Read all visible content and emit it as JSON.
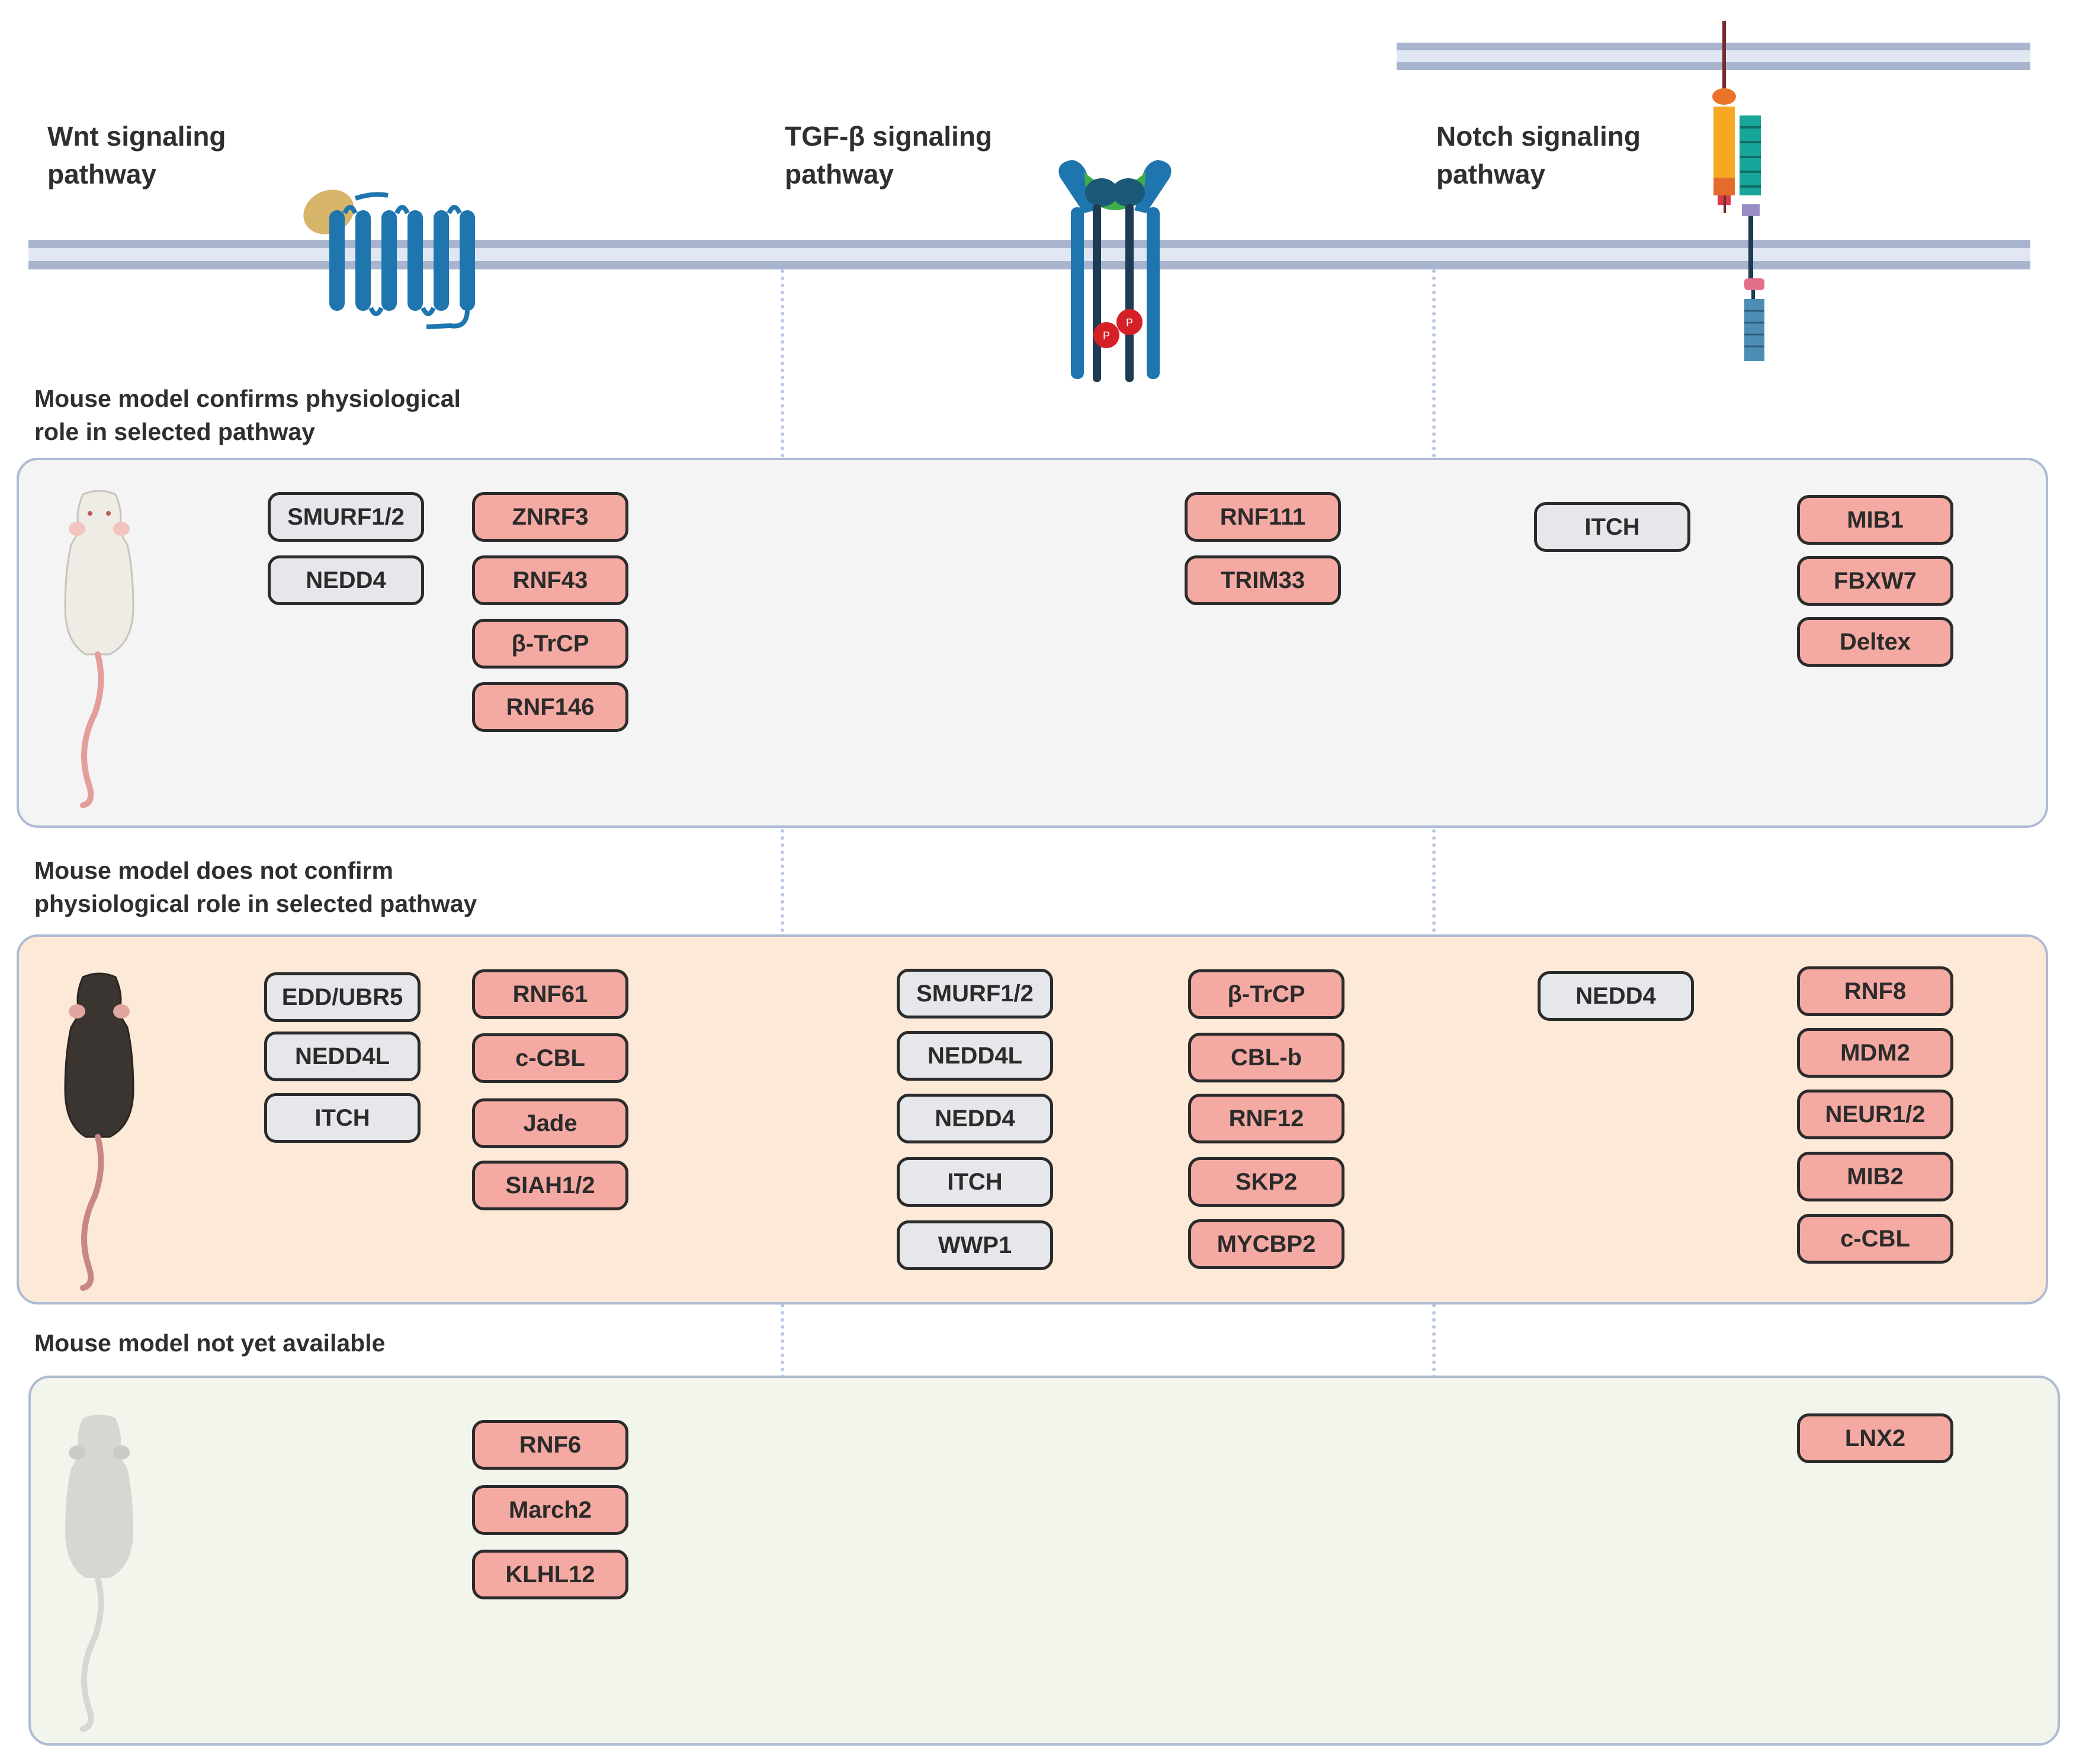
{
  "pathways": [
    {
      "id": "wnt",
      "title": [
        "Wnt signaling",
        "pathway"
      ]
    },
    {
      "id": "tgfb",
      "title": [
        "TGF-β signaling",
        "pathway"
      ]
    },
    {
      "id": "notch",
      "title": [
        "Notch signaling",
        "pathway"
      ]
    }
  ],
  "sections": [
    {
      "id": "confirmed",
      "label": [
        "Mouse model confirms physiological",
        "role in selected pathway"
      ],
      "mouse": "white-mouse-icon",
      "stacks": [
        {
          "id": "wnt-gray",
          "color": "gray",
          "genes": [
            "SMURF1/2",
            "NEDD4"
          ]
        },
        {
          "id": "wnt-red",
          "color": "red",
          "genes": [
            "ZNRF3",
            "RNF43",
            "β-TrCP",
            "RNF146"
          ]
        },
        {
          "id": "tgfb-red",
          "color": "red",
          "genes": [
            "RNF111",
            "TRIM33"
          ]
        },
        {
          "id": "notch-gray",
          "color": "gray",
          "genes": [
            "ITCH"
          ]
        },
        {
          "id": "notch-red",
          "color": "red",
          "genes": [
            "MIB1",
            "FBXW7",
            "Deltex"
          ]
        }
      ]
    },
    {
      "id": "not-confirmed",
      "label": [
        "Mouse model does not confirm",
        "physiological role in selected pathway"
      ],
      "mouse": "black-mouse-icon",
      "stacks": [
        {
          "id": "wnt-gray",
          "color": "gray",
          "genes": [
            "EDD/UBR5",
            "NEDD4L",
            "ITCH"
          ]
        },
        {
          "id": "wnt-red",
          "color": "red",
          "genes": [
            "RNF61",
            "c-CBL",
            "Jade",
            "SIAH1/2"
          ]
        },
        {
          "id": "tgfb-gray",
          "color": "gray",
          "genes": [
            "SMURF1/2",
            "NEDD4L",
            "NEDD4",
            "ITCH",
            "WWP1"
          ]
        },
        {
          "id": "tgfb-red",
          "color": "red",
          "genes": [
            "β-TrCP",
            "CBL-b",
            "RNF12",
            "SKP2",
            "MYCBP2"
          ]
        },
        {
          "id": "notch-gray",
          "color": "gray",
          "genes": [
            "NEDD4"
          ]
        },
        {
          "id": "notch-red",
          "color": "red",
          "genes": [
            "RNF8",
            "MDM2",
            "NEUR1/2",
            "MIB2",
            "c-CBL"
          ]
        }
      ]
    },
    {
      "id": "unavailable",
      "label": [
        "Mouse model not yet available"
      ],
      "mouse": "gray-mouse-icon",
      "stacks": [
        {
          "id": "wnt-red",
          "color": "red",
          "genes": [
            "RNF6",
            "March2",
            "KLHL12"
          ]
        },
        {
          "id": "notch-red",
          "color": "red",
          "genes": [
            "LNX2"
          ]
        }
      ]
    }
  ],
  "colors": {
    "membrane": "#a9b4cf",
    "membrane_core": "#e1e7f2",
    "gene_gray": "#e6e7ea",
    "gene_red": "#f4aaa2",
    "panel_confirmed": "#f4f4f4",
    "panel_not_confirmed": "#fde9d7",
    "panel_unavailable": "#f2f5ec",
    "panel_border": "#aebbd4",
    "receptor_blue": "#1f75ae",
    "ligand_tan": "#d6b46a",
    "tgfb_ligand_green": "#3fae49",
    "phospho_red": "#d62027"
  },
  "icons": [
    "frizzled-receptor-icon",
    "wnt-ligand-icon",
    "tgfb-receptor-icon",
    "notch-receptor-icon",
    "delta-ligand-icon"
  ]
}
